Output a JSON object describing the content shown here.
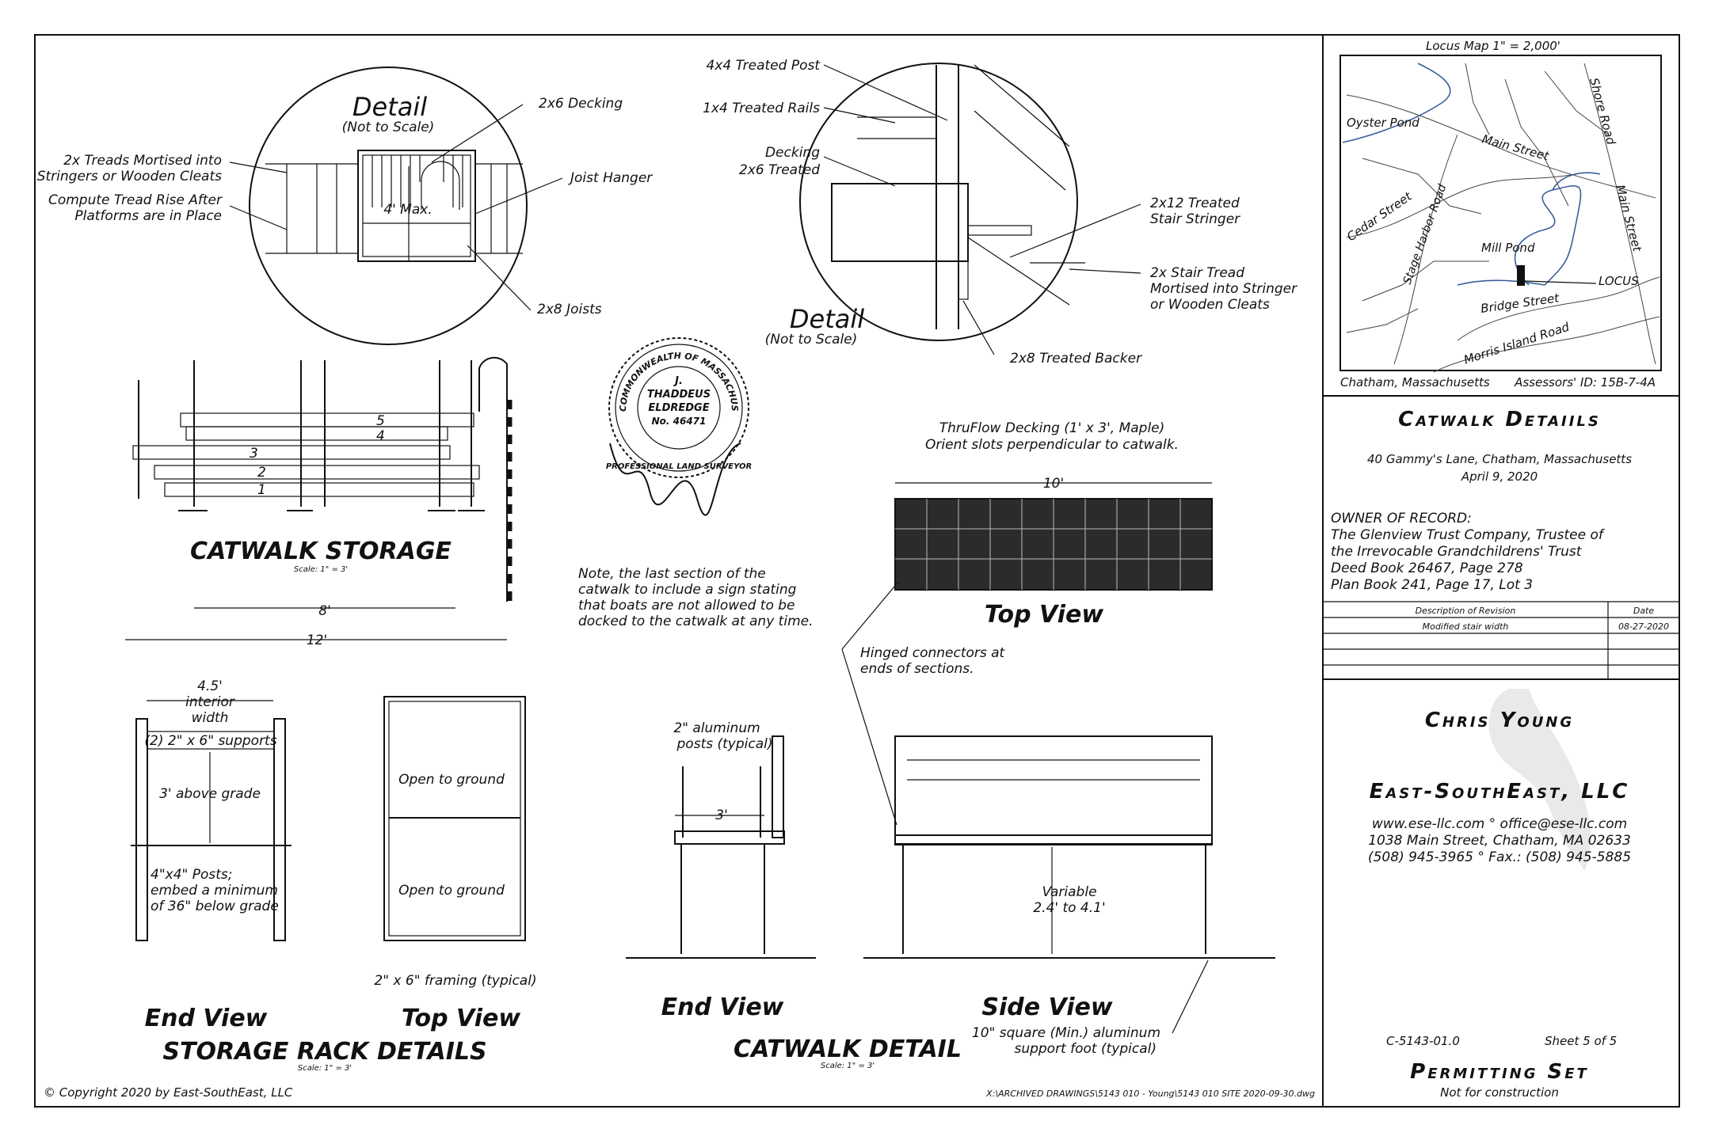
{
  "copyright": "© Copyright 2020 by East-SouthEast, LLC",
  "file_path": "X:\\ARCHIVED DRAWINGS\\5143 010 - Young\\5143 010 SITE 2020-09-30.dwg",
  "stair_detail": {
    "title": "Detail",
    "subtitle": "(Not to Scale)",
    "labels": {
      "decking": "2x6 Decking",
      "treads_1": "2x Treads Mortised into",
      "treads_2": "Stringers or Wooden Cleats",
      "rise_1": "Compute Tread Rise After",
      "rise_2": "Platforms are in Place",
      "max": "4' Max.",
      "joist_hanger": "Joist Hanger",
      "joists": "2x8 Joists"
    }
  },
  "post_detail": {
    "title": "Detail",
    "subtitle": "(Not to Scale)",
    "labels": {
      "post": "4x4 Treated Post",
      "rails": "1x4 Treated Rails",
      "decking_1": "Decking",
      "decking_2": "2x6 Treated",
      "stringer_1": "2x12 Treated",
      "stringer_2": "Stair Stringer",
      "tread_1": "2x Stair Tread",
      "tread_2": "Mortised into Stringer",
      "tread_3": "or Wooden Cleats",
      "backer": "2x8 Treated Backer"
    }
  },
  "seal": {
    "ring_text": "COMMONWEALTH OF MASSACHUSETTS",
    "name_1": "J.",
    "name_2": "THADDEUS",
    "name_3": "ELDREDGE",
    "number": "No. 46471",
    "role": "PROFESSIONAL LAND SURVEYOR"
  },
  "catwalk_storage": {
    "title": "CATWALK STORAGE",
    "scale": "Scale: 1\" = 3'",
    "dim_inner": "8'",
    "dim_outer": "12'",
    "stack_numbers": [
      "1",
      "2",
      "3",
      "4",
      "5"
    ]
  },
  "note": {
    "line1": "Note, the last section of the",
    "line2": "catwalk to include a sign stating",
    "line3": "that boats are not allowed to be",
    "line4": "docked to the catwalk at any time."
  },
  "decking_top_view": {
    "spec_1": "ThruFlow Decking (1' x 3', Maple)",
    "spec_2": "Orient slots perpendicular to catwalk.",
    "dim": "10'",
    "title": "Top View"
  },
  "hinge_note": {
    "line1": "Hinged connectors at",
    "line2": "ends of sections."
  },
  "storage_rack": {
    "end_view": {
      "width_1": "4.5'",
      "width_2": "interior",
      "width_3": "width",
      "supports": "(2) 2\" x 6\" supports",
      "above": "3' above grade",
      "posts_1": "4\"x4\" Posts;",
      "posts_2": "embed a minimum",
      "posts_3": "of 36\" below grade",
      "title": "End View"
    },
    "top_view": {
      "open_1": "Open to ground",
      "open_2": "Open to ground",
      "framing": "2\" x 6\" framing (typical)",
      "title": "Top View"
    },
    "title": "STORAGE RACK DETAILS",
    "scale": "Scale: 1\" = 3'"
  },
  "catwalk_detail": {
    "end_view": {
      "posts_1": "2\" aluminum",
      "posts_2": "posts (typical)",
      "dim": "3'",
      "title": "End View"
    },
    "side_view": {
      "var_1": "Variable",
      "var_2": "2.4' to 4.1'",
      "title": "Side View",
      "foot_1": "10\" square (Min.) aluminum",
      "foot_2": "support foot (typical)"
    },
    "title": "CATWALK DETAIL",
    "scale": "Scale: 1\" = 3'"
  },
  "locus_map": {
    "title": "Locus Map     1\" = 2,000'",
    "labels": {
      "oyster_pond": "Oyster Pond",
      "main_street_1": "Main Street",
      "shore_road": "Shore Road",
      "main_street_2": "Main Street",
      "cedar_street": "Cedar Street",
      "stage_harbor": "Stage Harbor Road",
      "mill_pond": "Mill Pond",
      "locus": "LOCUS",
      "bridge_street": "Bridge Street",
      "morris_island": "Morris Island Road"
    },
    "town": "Chatham, Massachusetts",
    "assessors": "Assessors' ID: 15B-7-4A"
  },
  "title_block": {
    "title": "Catwalk Detaiils",
    "address": "40 Gammy's Lane, Chatham, Massachusetts",
    "date": "April 9, 2020",
    "owner_label": "OWNER OF RECORD:",
    "owner_1": "The Glenview Trust Company, Trustee of",
    "owner_2": "the Irrevocable Grandchildrens' Trust",
    "deed": "Deed Book 26467, Page 278",
    "plan": "Plan Book 241, Page 17, Lot 3",
    "revision_header": "Description of Revision",
    "date_header": "Date",
    "revisions": [
      {
        "description": "Modified stair width",
        "date": "08-27-2020"
      }
    ],
    "client": "Chris Young",
    "company": "East-SouthEast, LLC",
    "web": "www.ese-llc.com ° office@ese-llc.com",
    "street": "1038 Main Street, Chatham, MA 02633",
    "phone": "(508) 945-3965 ° Fax.: (508) 945-5885",
    "job": "C-5143-01.0",
    "sheet": "Sheet 5 of 5",
    "set": "Permitting Set",
    "disclaimer": "Not for construction"
  }
}
